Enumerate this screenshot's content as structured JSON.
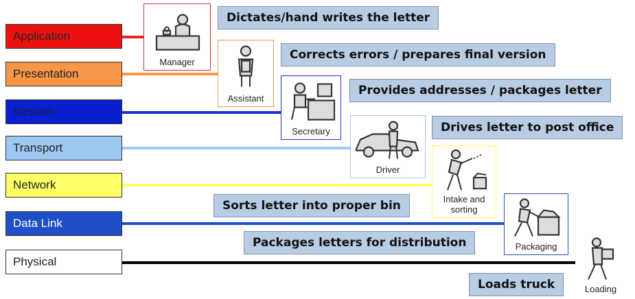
{
  "layers": [
    {
      "label": "Application",
      "bg": "#ee1111",
      "fg": "#222222",
      "line": "#ee2222"
    },
    {
      "label": "Presentation",
      "bg": "#f79646",
      "fg": "#222222",
      "line": "#f79646"
    },
    {
      "label": "Session",
      "bg": "#0a1fcf",
      "fg": "#1a1a40",
      "line": "#1a2fcf"
    },
    {
      "label": "Transport",
      "bg": "#9cc8f2",
      "fg": "#222222",
      "line": "#9cc8f2"
    },
    {
      "label": "Network",
      "bg": "#ffff66",
      "fg": "#222222",
      "line": "#ffff66"
    },
    {
      "label": "Data Link",
      "bg": "#1f4fc8",
      "fg": "#ffffff",
      "line": "#1f4fc8"
    },
    {
      "label": "Physical",
      "bg": "#ffffff",
      "fg": "#222222",
      "line": "#000000"
    }
  ],
  "roles": [
    {
      "label": "Manager",
      "icon": "manager-at-desk-icon",
      "border": "#e03030"
    },
    {
      "label": "Assistant",
      "icon": "assistant-icon",
      "border": "#f79646"
    },
    {
      "label": "Secretary",
      "icon": "secretary-at-computer-icon",
      "border": "#1a2fcf"
    },
    {
      "label": "Driver",
      "icon": "driver-with-car-icon",
      "border": "#9cc8f2"
    },
    {
      "label": "Intake and sorting",
      "icon": "sorting-worker-icon",
      "border": "#ffff66"
    },
    {
      "label": "Packaging",
      "icon": "packaging-worker-icon",
      "border": "#1f4fc8"
    },
    {
      "label": "Loading",
      "icon": "loading-worker-icon",
      "border": "#ffffff"
    }
  ],
  "descriptions": [
    "Dictates/hand writes the letter",
    "Corrects errors / prepares final version",
    "Provides addresses / packages letter",
    "Drives letter to post office",
    "Sorts letter into proper bin",
    "Packages letters for distribution",
    "Loads truck"
  ]
}
